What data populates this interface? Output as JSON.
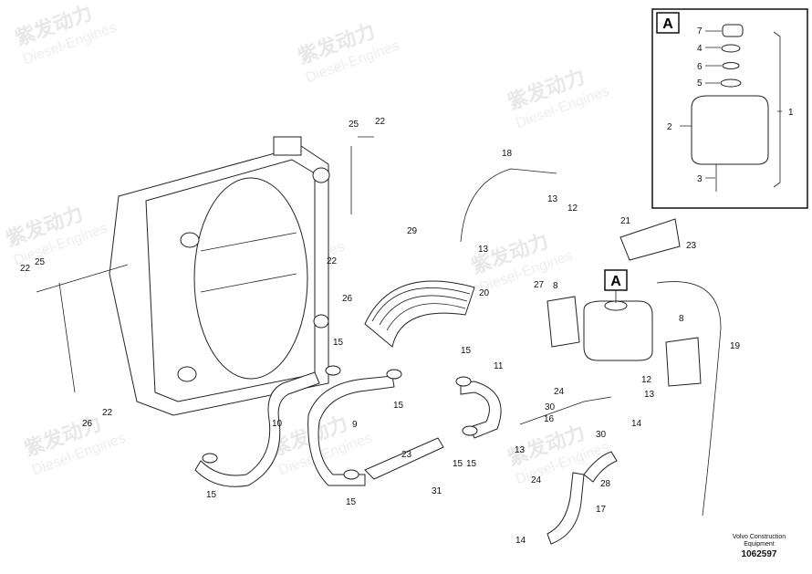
{
  "diagram": {
    "callouts": [
      {
        "id": "c1",
        "text": "1"
      },
      {
        "id": "c2",
        "text": "2"
      },
      {
        "id": "c3",
        "text": "3"
      },
      {
        "id": "c4",
        "text": "4"
      },
      {
        "id": "c5",
        "text": "5"
      },
      {
        "id": "c6",
        "text": "6"
      },
      {
        "id": "c7",
        "text": "7"
      },
      {
        "id": "c8a",
        "text": "8"
      },
      {
        "id": "c8b",
        "text": "8"
      },
      {
        "id": "c9",
        "text": "9"
      },
      {
        "id": "c10",
        "text": "10"
      },
      {
        "id": "c11",
        "text": "11"
      },
      {
        "id": "c12a",
        "text": "12"
      },
      {
        "id": "c12b",
        "text": "12"
      },
      {
        "id": "c13a",
        "text": "13"
      },
      {
        "id": "c13b",
        "text": "13"
      },
      {
        "id": "c13c",
        "text": "13"
      },
      {
        "id": "c13d",
        "text": "13"
      },
      {
        "id": "c14a",
        "text": "14"
      },
      {
        "id": "c14b",
        "text": "14"
      },
      {
        "id": "c15a",
        "text": "15"
      },
      {
        "id": "c15b",
        "text": "15"
      },
      {
        "id": "c15c",
        "text": "15"
      },
      {
        "id": "c15d",
        "text": "15"
      },
      {
        "id": "c15e",
        "text": "15"
      },
      {
        "id": "c15f",
        "text": "15"
      },
      {
        "id": "c15g",
        "text": "15"
      },
      {
        "id": "c16",
        "text": "16"
      },
      {
        "id": "c17",
        "text": "17"
      },
      {
        "id": "c18",
        "text": "18"
      },
      {
        "id": "c19",
        "text": "19"
      },
      {
        "id": "c20",
        "text": "20"
      },
      {
        "id": "c21",
        "text": "21"
      },
      {
        "id": "c22a",
        "text": "22"
      },
      {
        "id": "c22b",
        "text": "22"
      },
      {
        "id": "c22c",
        "text": "22"
      },
      {
        "id": "c22d",
        "text": "22"
      },
      {
        "id": "c23a",
        "text": "23"
      },
      {
        "id": "c23b",
        "text": "23"
      },
      {
        "id": "c24a",
        "text": "24"
      },
      {
        "id": "c24b",
        "text": "24"
      },
      {
        "id": "c25a",
        "text": "25"
      },
      {
        "id": "c25b",
        "text": "25"
      },
      {
        "id": "c26a",
        "text": "26"
      },
      {
        "id": "c26b",
        "text": "26"
      },
      {
        "id": "c27",
        "text": "27"
      },
      {
        "id": "c28",
        "text": "28"
      },
      {
        "id": "c29",
        "text": "29"
      },
      {
        "id": "c30a",
        "text": "30"
      },
      {
        "id": "c30b",
        "text": "30"
      },
      {
        "id": "c31",
        "text": "31"
      }
    ],
    "detail_label": "A",
    "detail_label_main": "A",
    "footer": {
      "line1": "Volvo Construction",
      "line2": "Equipment",
      "part_number": "1062597"
    },
    "watermark": {
      "text": "紫发动力",
      "sub": "Diesel-Engines"
    }
  }
}
